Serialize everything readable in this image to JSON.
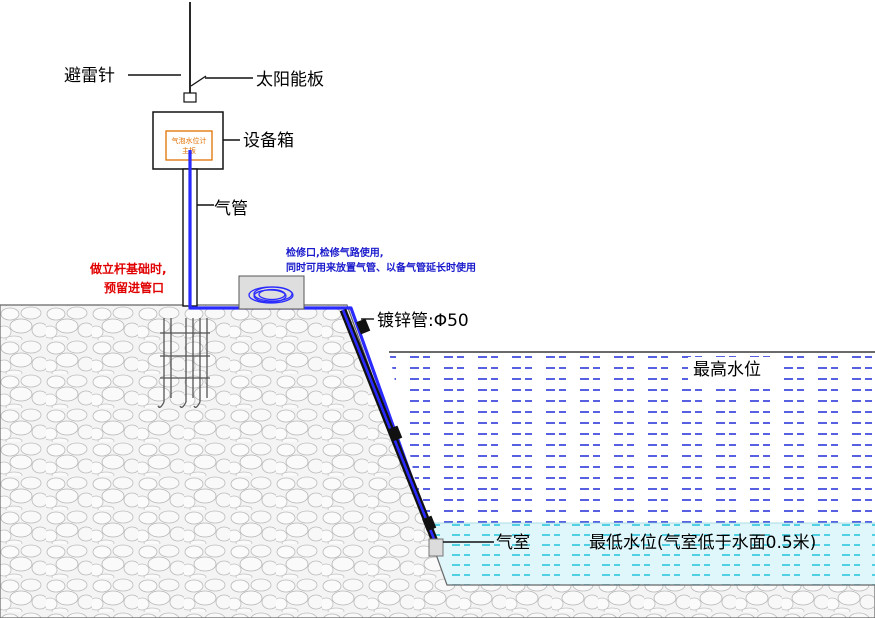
{
  "labels": {
    "lightning_rod": "避雷针",
    "solar_panel": "太阳能板",
    "equipment_box": "设备箱",
    "box_panel_line1": "气泡水位计",
    "box_panel_line2": "主板",
    "air_pipe": "气管",
    "foundation_note_line1": "做立杆基础时,",
    "foundation_note_line2": "预留进管口",
    "inspection_note_line1": "检修口,检修气路使用,",
    "inspection_note_line2": "同时可用来放置气管、以备气管延长时使用",
    "galvanized_pipe": "镀锌管:Φ50",
    "max_water_level": "最高水位",
    "air_chamber": "气室",
    "min_water_level": "最低水位(气室低于水面0.5米)"
  },
  "colors": {
    "air_pipe": "#2a2aff",
    "water_dash": "#1f2bd6",
    "low_water_fill": "#dff7fb",
    "low_water_dash": "#22c4dc",
    "note_red": "#e00000",
    "note_blue": "#1a1acc",
    "panel_orange": "#e07000"
  }
}
